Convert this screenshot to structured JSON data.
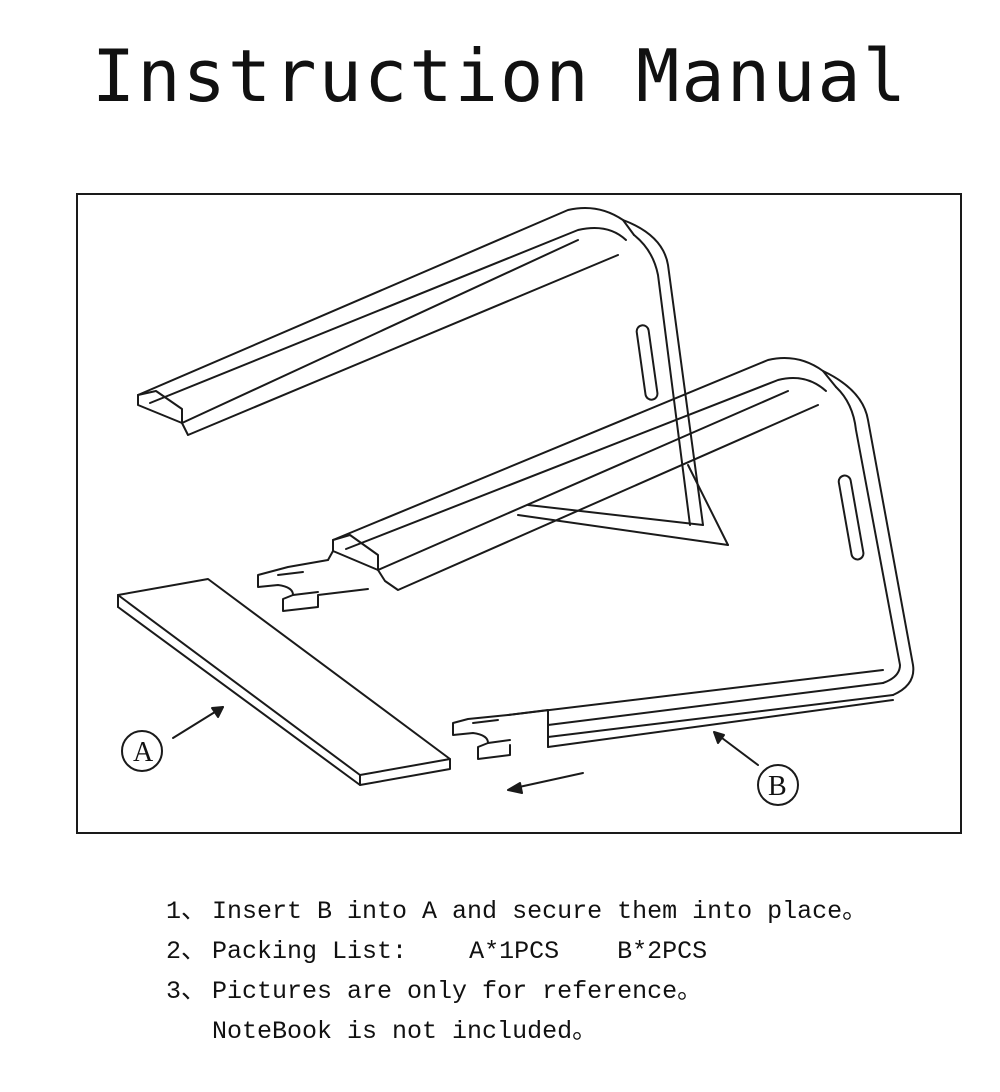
{
  "title": "Instruction Manual",
  "figure": {
    "part_a_label": "A",
    "part_b_label": "B"
  },
  "instructions": [
    {
      "num": "1、",
      "text": "Insert B into A and secure them into place。"
    },
    {
      "num": "2、",
      "text": "Packing List:",
      "item_a": "A*1PCS",
      "item_b": "B*2PCS"
    },
    {
      "num": "3、",
      "text": "Pictures are only for reference。",
      "continuation": "NoteBook is not included。"
    }
  ]
}
